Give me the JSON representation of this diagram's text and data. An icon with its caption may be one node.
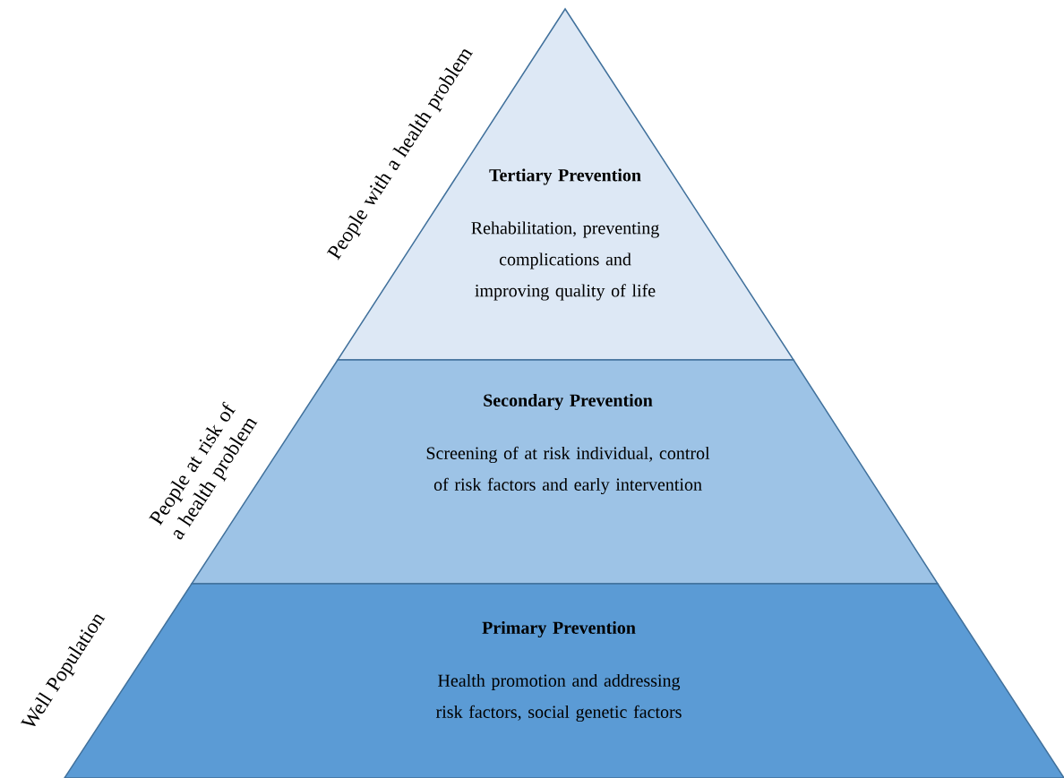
{
  "diagram": {
    "nodes": [
      {
        "text": [
          "Tertiary Prevention",
          "Rehabilitation, preventing complications and improving quality of life"
        ],
        "beside": [
          "People with a health problem"
        ]
      },
      {
        "text": [
          "Secondary Prevention",
          "Screening of at risk individual, control of risk factors and early intervention"
        ],
        "beside": [
          "People at risk of a health problem"
        ]
      },
      {
        "text": [
          "Primary Prevention",
          "Health promotion and addressing risk factors, social genetic factors"
        ],
        "beside": [
          "Well Population"
        ]
      }
    ]
  }
}
